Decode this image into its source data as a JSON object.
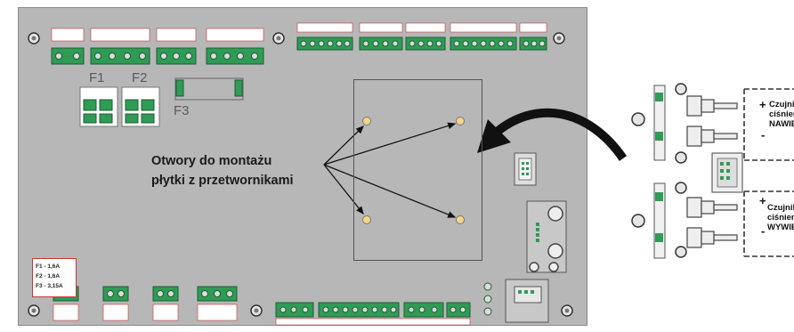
{
  "fuses": {
    "labels": [
      "F1",
      "F2",
      "F3"
    ],
    "ratings": [
      "F1 - 1,6A",
      "F2 - 1,6A",
      "F3 - 3,15A"
    ]
  },
  "annotation": {
    "line1": "Otwory do montażu",
    "line2": "płytki z przetwornikami"
  },
  "sensors": [
    {
      "line1": "Czujnik",
      "line2": "ciśnienia",
      "line3": "NAWIEW"
    },
    {
      "line1": "Czujnik",
      "line2": "ciśnienia",
      "line3": "WYWIEW"
    }
  ],
  "polarity": {
    "plus": "+",
    "minus": "-"
  },
  "colors": {
    "board": "#b7b7b7",
    "terminal": "#2f9b55",
    "mounting_hole": "#f3d58a",
    "fuse_box_border": "#cc3333"
  }
}
